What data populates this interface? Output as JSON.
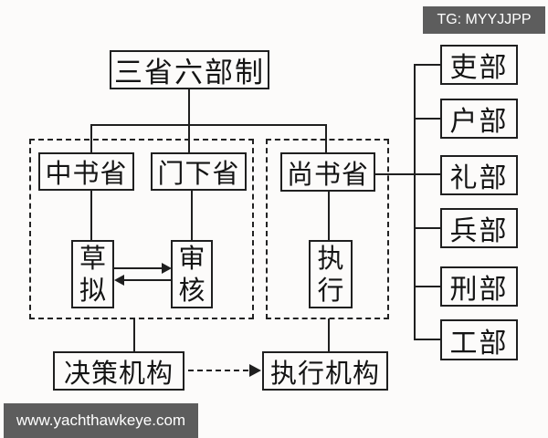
{
  "badge": {
    "label": "TG: MYYJJPP"
  },
  "diagram": {
    "title": "三省六部制",
    "departments": [
      "中书省",
      "门下省",
      "尚书省"
    ],
    "functions": [
      "草拟",
      "审核",
      "执行"
    ],
    "ministries": [
      "吏部",
      "户部",
      "礼部",
      "兵部",
      "刑部",
      "工部"
    ],
    "bottom_boxes": {
      "decision": "决策机构",
      "execution": "执行机构"
    }
  },
  "watermark": {
    "label": "www.yachthawkeye.com"
  },
  "colors": {
    "line": "#1f1f1f",
    "label_bg": "#5d5d5d",
    "label_text": "#ffffff",
    "canvas_bg": "#fcfbfa"
  }
}
